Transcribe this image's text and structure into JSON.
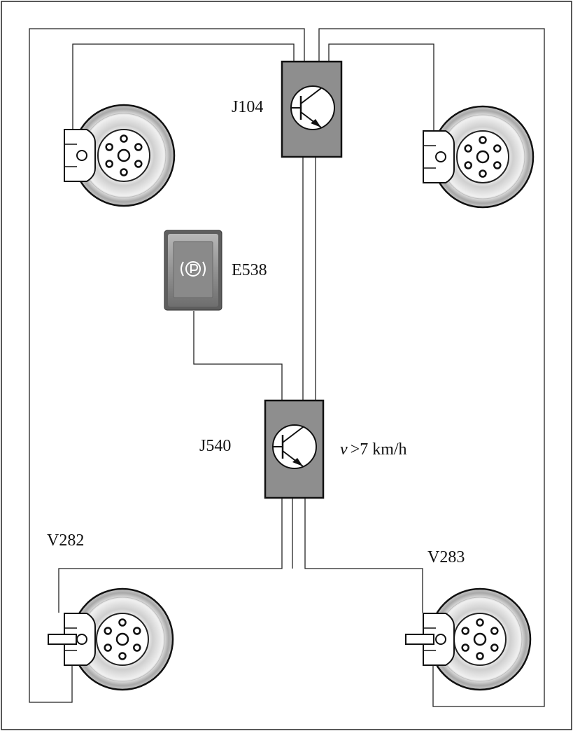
{
  "labels": {
    "j104": "J104",
    "e538": "E538",
    "j540": "J540",
    "speed_v": "v",
    "speed_rest": ">7 km/h",
    "v282": "V282",
    "v283": "V283"
  },
  "colors": {
    "module_fill": "#8e8e8e",
    "button_fill": "#888888",
    "disc_outer": "#9a9a9a",
    "disc_inner": "#d8d8d8",
    "line": "#222222"
  },
  "icons": {
    "control_unit": "transistor-symbol-icon",
    "parking_brake_button": "parking-brake-icon",
    "brake_disc": "brake-disc-icon"
  }
}
